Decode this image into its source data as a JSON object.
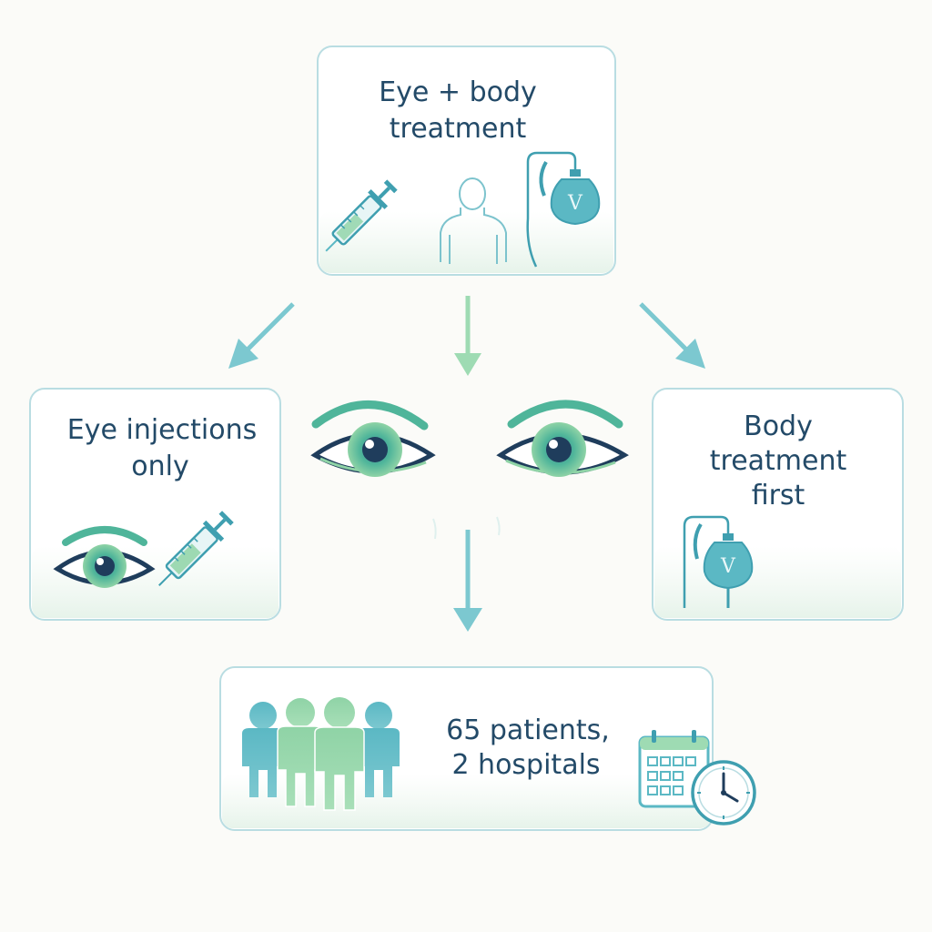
{
  "diagram": {
    "top_box": {
      "line1": "Eye + body",
      "line2": "treatment"
    },
    "left_box": {
      "line1": "Eye injections",
      "line2": "only"
    },
    "right_box": {
      "line1": "Body",
      "line2": "treatment",
      "line3": "first"
    },
    "bottom_box": {
      "line1": "65 patients,",
      "line2": "2 hospitals"
    },
    "iv_bag_label": "V"
  },
  "colors": {
    "box_border": "#b9dde2",
    "text": "#234a68",
    "teal": "#5bb8c4",
    "green": "#8fd3a6",
    "dark_blue": "#1f3d5c",
    "iris": "#4fb59a"
  }
}
